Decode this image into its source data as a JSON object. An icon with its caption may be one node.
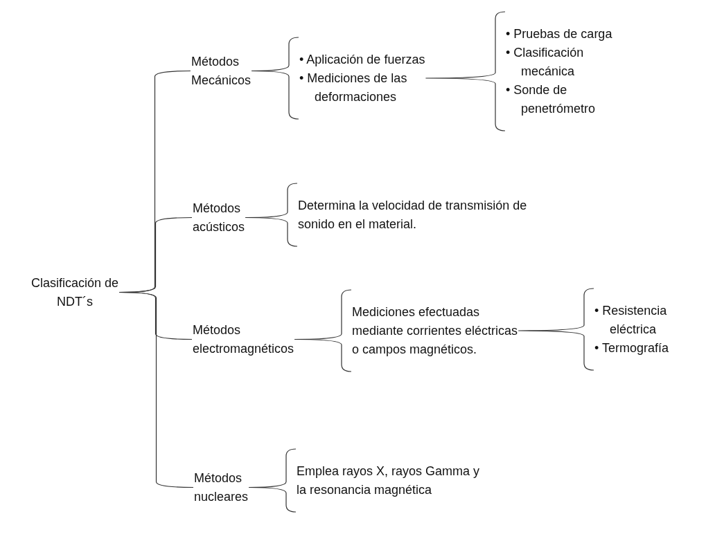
{
  "diagram": {
    "nodes": [
      {
        "text": [
          "Clasificación de NDT´s"
        ]
      },
      {
        "text": [
          "Métodos Mecánicos"
        ]
      },
      {
        "text": [
          "• Aplicación de fuerzas",
          "• Mediciones de las deformaciones"
        ]
      },
      {
        "text": [
          "• Pruebas de carga",
          "• Clasificación mecánica",
          "• Sonde de penetrómetro"
        ]
      },
      {
        "text": [
          "Métodos acústicos"
        ]
      },
      {
        "text": [
          "Determina la velocidad de transmisión de sonido en el material."
        ]
      },
      {
        "text": [
          "Métodos electromagnéticos"
        ]
      },
      {
        "text": [
          "Mediciones efectuadas mediante corrientes eléctricas o campos magnéticos."
        ]
      },
      {
        "text": [
          "• Resistencia eléctrica",
          "• Termografía"
        ]
      },
      {
        "text": [
          "Métodos nucleares"
        ]
      },
      {
        "text": [
          "Emplea rayos X, rayos Gamma y la resonancia magnética"
        ]
      }
    ],
    "edges": [
      {
        "from": 0,
        "to": 1,
        "arrow": "none"
      },
      {
        "from": 0,
        "to": 4,
        "arrow": "none"
      },
      {
        "from": 0,
        "to": 6,
        "arrow": "none"
      },
      {
        "from": 0,
        "to": 9,
        "arrow": "none"
      },
      {
        "from": 1,
        "to": 2,
        "arrow": "none"
      },
      {
        "from": 2,
        "to": 3,
        "arrow": "none"
      },
      {
        "from": 4,
        "to": 5,
        "arrow": "none"
      },
      {
        "from": 6,
        "to": 7,
        "arrow": "none"
      },
      {
        "from": 7,
        "to": 8,
        "arrow": "none"
      },
      {
        "from": 9,
        "to": 10,
        "arrow": "none"
      }
    ]
  }
}
